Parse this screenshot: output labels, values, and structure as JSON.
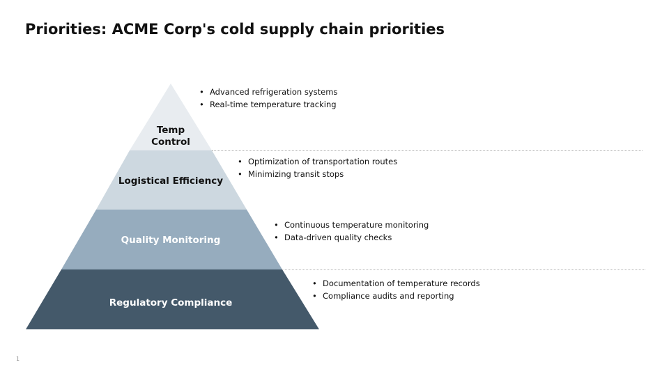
{
  "title": "Priorities: ACME Corp's cold supply chain priorities",
  "page_number": "1",
  "tiers": [
    {
      "label_lines": [
        "Temp",
        "Control"
      ],
      "fill": "#e8ecf0",
      "text_color": "#111111",
      "bullets": [
        "Advanced refrigeration systems",
        "Real-time temperature tracking"
      ]
    },
    {
      "label_lines": [
        "Logistical Efficiency"
      ],
      "fill": "#cdd8e0",
      "text_color": "#111111",
      "bullets": [
        "Optimization of transportation routes",
        "Minimizing transit stops"
      ]
    },
    {
      "label_lines": [
        "Quality Monitoring"
      ],
      "fill": "#96acbe",
      "text_color": "#ffffff",
      "bullets": [
        "Continuous temperature monitoring",
        "Data-driven quality checks"
      ]
    },
    {
      "label_lines": [
        "Regulatory Compliance"
      ],
      "fill": "#44596a",
      "text_color": "#ffffff",
      "bullets": [
        "Documentation of temperature records",
        "Compliance audits and reporting"
      ]
    }
  ]
}
